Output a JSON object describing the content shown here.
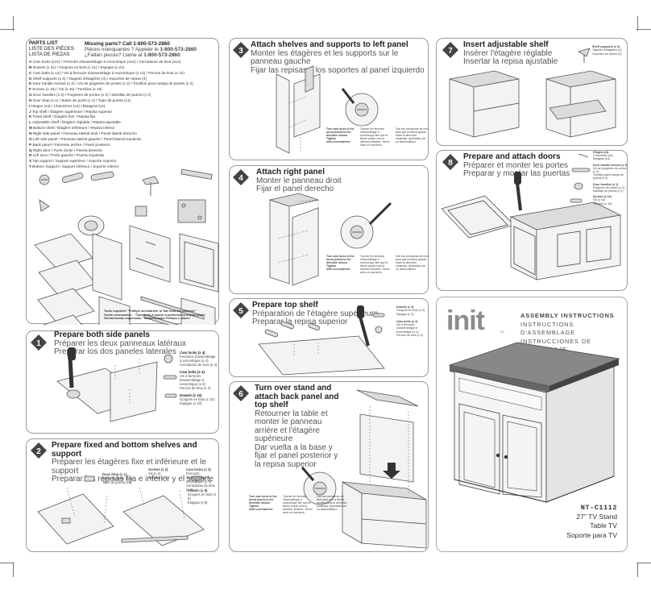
{
  "parts_list": {
    "title_en": "PARTS LIST",
    "title_fr": "LISTE DES PIÈCES",
    "title_es": "LISTA DE PIEZAS",
    "missing_en_label": "Missing parts? Call",
    "missing_en_phone": "1-800-573-2860",
    "missing_fr_label": "Pièces manquantes ?  Appeler le",
    "missing_fr_phone": "1-800-573-2860",
    "missing_es_label": "¿Faltan piezas?  Llame al",
    "missing_es_phone": "1-800-573-2860",
    "items": [
      "A Cam locks (x12) / Fermoirs d'assemblage à excentrique (x12) / Cerraduras de leva (x12)",
      "B Dowels (x 21) / Goujons en bois (x 21) / Espigas (x 21)",
      "C Cam bolts (x 12) / Vis à fermoirs d'assemblage à excentrique (x 12) / Pernos de leva (x 12)",
      "D Shelf supports (x 4) / Taquets d'étagères (4) / Soportes de repisa (4)",
      "E Door handle screws (x 2) / Vis de poignées de portes (x 2) / Tornillos para manija de puerta (x 2)",
      "F Screws (x 16) / Vis (x 16) / Tornillos (x 16)",
      "G Door handles (x 2) / Poignées de portes (x 2) / Manillas de puerta (x 2)",
      "H Door Stop (x 1) / Butée de porte (x 1) / Tope de puerta (x1)",
      "I Hinges (x4) / Charnières (x4) / Bisagras (x4)",
      "J Top shelf / Étagère supérieure / Repisa superior",
      "K Fixed shelf / Étagère fixe / Repisa fija",
      "L Adjustable shelf / Étagère réglable / Repisa ajustable",
      "M Bottom shelf / Étagère inférieure / Repisa inferior",
      "N Right side panel / Panneau latéral droit / Panel lateral derecho",
      "O Left side panel / Panneau latéral gauche / Panel lateral izquierdo",
      "P Back panel / Panneau arrière / Panel posterior",
      "Q Right door / Porte droite / Puerta derecha",
      "R Left door / Porte gauche / Puerta izquierda",
      "S Top support / Support supérieur / Soporte superior",
      "T Bottom Support / Support inférieur / Soporte inferior"
    ],
    "tools": [
      "Tools required: \"Phillips screwdriver or flat head screwdriver\"",
      "Outils nécessaires : \"Tournevis à pointe cruciforme ou à lame plate\"",
      "Herramientas requeridas: \"destornillador Phillips o plano\""
    ]
  },
  "steps": [
    {
      "num": "1",
      "en": "Prepare both side panels",
      "fr": "Préparer les deux panneaux latéraux",
      "es": "Preparar los dos paneles laterales"
    },
    {
      "num": "2",
      "en": "Prepare fixed and bottom shelves and support",
      "fr": "Préparer les étagères fixe et inférieure et le support",
      "es": "Preparar las repisas fija e inferior y el soporte"
    },
    {
      "num": "3",
      "en": "Attach shelves and supports to left panel",
      "fr": "Monter les étagères et les supports sur le panneau gauche",
      "es": "Fijar las repisas y los soportes al panel izquierdo"
    },
    {
      "num": "4",
      "en": "Attach right panel",
      "fr": "Monter le panneau droit",
      "es": "Fijar el panel derecho"
    },
    {
      "num": "5",
      "en": "Prepare top shelf",
      "fr": "Préparation de l'étagère supérieure",
      "es": "Preparar la repisa superior"
    },
    {
      "num": "6",
      "en": "Turn over stand and attach back panel and top shelf",
      "fr": "Retourner la table et monter le panneau arrière et l'étagère supérieure",
      "es": "Dar vuelta a la base y fijar el panel posterior y la repisa superior"
    },
    {
      "num": "7",
      "en": "Insert adjustable shelf",
      "fr": "Insérer l'étagère réglable",
      "es": "Insertar la repisa ajustable"
    },
    {
      "num": "8",
      "en": "Prepare and attach doors",
      "fr": "Préparer et monter les portes",
      "es": "Preparar y montar las puertas"
    }
  ],
  "step1_legend": [
    "Cam locks (x 4)",
    "Fermoirs d'assemblage à excentrique (x 4)",
    "Cerraduras de leva (x 4)",
    "Cam bolts (x 4)",
    "Vis à fermoirs d'assemblage à excentrique (x 4)",
    "Pernos de leva (x 4)",
    "Dowels (x 10)",
    "Goujons en bois (x 10)",
    "Espigas (x 10)"
  ],
  "step2_legend": [
    "Door Stop (x 1)",
    "Butée de porte (x 1)",
    "Tope de puerta (x1)",
    "Screws (x 2)",
    "Vis (x 2)",
    "Tornillos (x 2)",
    "Cam locks (x 4)",
    "Fermoirs d'assemblage à excentrique (x 4)",
    "Cerraduras de leva (x 4)",
    "Dowels (x 8)",
    "Goujons en bois (x 8)",
    "Espigas (x 8)"
  ],
  "step3_note": [
    "Turn cam locks in the",
    "arrow points to the",
    "direction shown. Tighten",
    "with a screwdriver.",
    "Tourner les fermoirs d'assemblage à excentrique afin que la flèche pointe vers la direction illustrée. Serrer avec un tournevis.",
    "Gire las cerraduras de leva para que la flecha apunte hacia la dirección mostrada. Apriételas con un destornillador."
  ],
  "step5_legend": [
    "Dowels (x 3)",
    "Goujons en bois (x 3)",
    "Espigas (x 3)",
    "Cam bolts (x 4)",
    "Vis à fermoirs d'assemblage à excentrique (x 4)",
    "Pernos de leva (x 4)"
  ],
  "step7_legend": [
    "Shelf supports (x 4)",
    "Taquets d'étagères (4)",
    "Soportes de repisa (4)"
  ],
  "step8_legend": [
    "Hinges (x4)",
    "Charnières (x4)",
    "Bisagras (x4)",
    "Door handle screws (x 2)",
    "Vis de poignées de portes (x 2)",
    "Tornillos para manija de puerta (x 2)",
    "Door handles (x 2)",
    "Poignées de portes (x 2)",
    "Manillas de puerta (x 2)",
    "Screws (x 16)",
    "Vis (x 16)",
    "Tornillos (x 16)"
  ],
  "cover": {
    "logo": "init",
    "tm": "TM",
    "title_en": "ASSEMBLY INSTRUCTIONS",
    "title_fr": "INSTRUCTIONS D'ASSEMBLAGE",
    "title_es": "INSTRUCCIONES DE ENSAMBLAJE",
    "model": "NT-C1112",
    "name_en": "27\" TV Stand",
    "name_fr": "Table TV",
    "name_es": "Soporte para TV"
  },
  "part_letters": [
    "A",
    "B",
    "C",
    "D",
    "E",
    "F",
    "G",
    "H",
    "I",
    "J",
    "K",
    "L",
    "M",
    "N",
    "O",
    "P",
    "Q",
    "R",
    "S",
    "T"
  ]
}
